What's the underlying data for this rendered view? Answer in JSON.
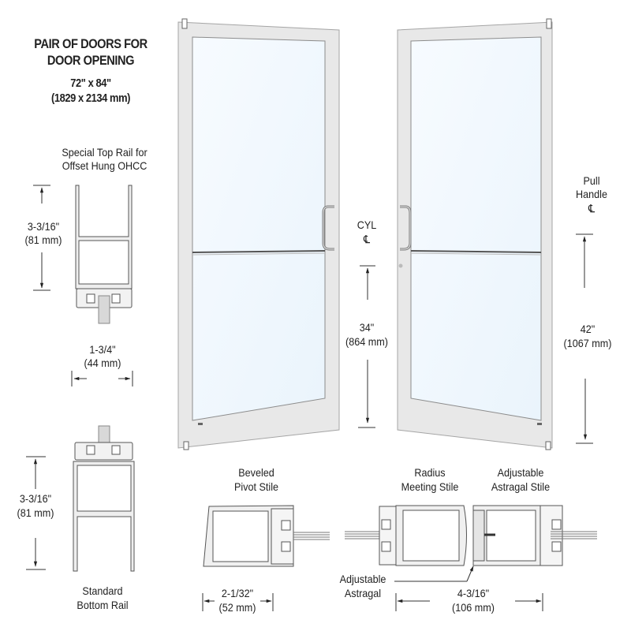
{
  "title": {
    "line1": "PAIR OF DOORS FOR",
    "line2": "DOOR OPENING",
    "size_in": "72\" x 84\"",
    "size_mm": "(1829 x 2134 mm)"
  },
  "top_rail": {
    "label_line1": "Special Top Rail for",
    "label_line2": "Offset Hung OHCC",
    "height_in": "3-3/16\"",
    "height_mm": "(81 mm)",
    "width_in": "1-3/4\"",
    "width_mm": "(44 mm)"
  },
  "bottom_rail": {
    "label_line1": "Standard",
    "label_line2": "Bottom Rail",
    "height_in": "3-3/16\"",
    "height_mm": "(81 mm)"
  },
  "cylinder": {
    "label": "CYL",
    "centerline": "℄",
    "height_in": "34\"",
    "height_mm": "(864 mm)"
  },
  "pull_handle": {
    "label_line1": "Pull",
    "label_line2": "Handle",
    "centerline": "℄",
    "height_in": "42\"",
    "height_mm": "(1067 mm)"
  },
  "pivot_stile": {
    "label_line1": "Beveled",
    "label_line2": "Pivot Stile",
    "width_in": "2-1/32\"",
    "width_mm": "(52 mm)"
  },
  "meeting_stile": {
    "label_line1": "Radius",
    "label_line2": "Meeting Stile"
  },
  "astragal_stile": {
    "label_line1": "Adjustable",
    "label_line2": "Astragal Stile",
    "width_in": "4-3/16\"",
    "width_mm": "(106 mm)"
  },
  "astragal": {
    "label_line1": "Adjustable",
    "label_line2": "Astragal"
  },
  "colors": {
    "frame": "#e6e6e6",
    "frame_edge": "#9a9a9a",
    "glass": "#f2f8fd",
    "line": "#333333"
  }
}
